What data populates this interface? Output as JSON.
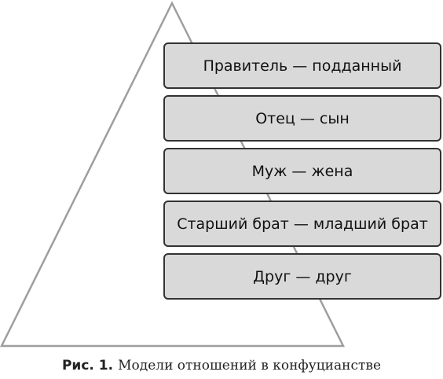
{
  "diagram": {
    "levels": [
      {
        "label": "Правитель — подданный"
      },
      {
        "label": "Отец — сын"
      },
      {
        "label": "Муж — жена"
      },
      {
        "label": "Старший брат — младший брат"
      },
      {
        "label": "Друг — друг"
      }
    ],
    "colors": {
      "box_fill": "#d9d9d9",
      "box_border": "#333333",
      "triangle_stroke": "#9e9e9e"
    }
  },
  "caption": {
    "label": "Рис. 1.",
    "text": "Модели отношений в конфуцианстве"
  }
}
